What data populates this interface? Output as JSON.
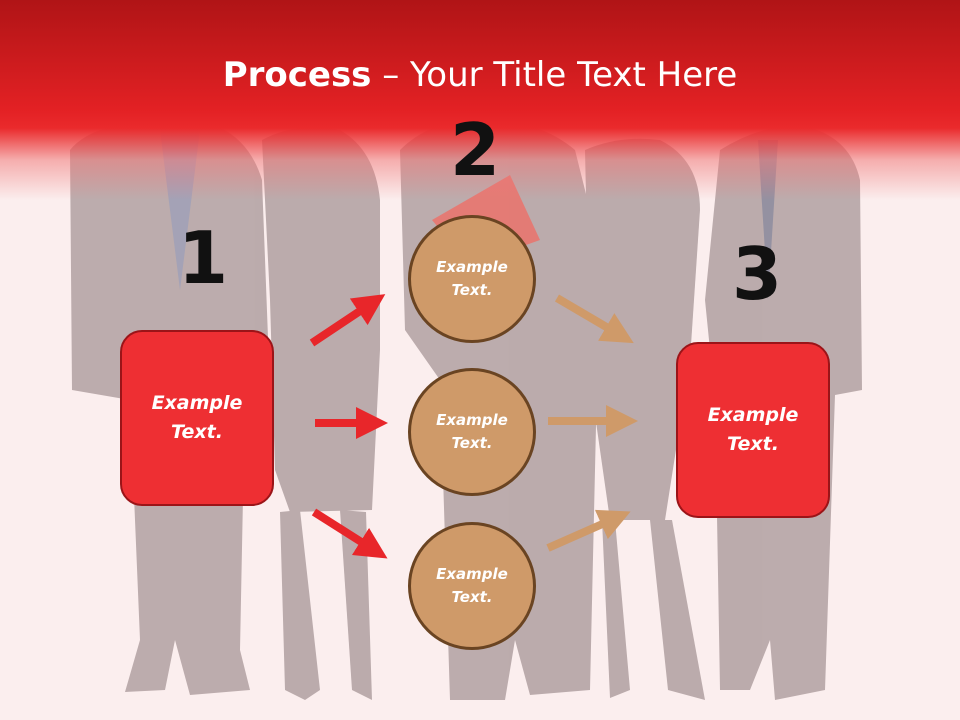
{
  "slide": {
    "title_bold": "Process",
    "title_rest": " – Your Title Text Here",
    "numbers": {
      "one": "1",
      "two": "2",
      "three": "3"
    },
    "left_box": {
      "line1": "Example",
      "line2": "Text."
    },
    "right_box": {
      "line1": "Example",
      "line2": "Text."
    },
    "circles": [
      {
        "line1": "Example",
        "line2": "Text."
      },
      {
        "line1": "Example",
        "line2": "Text."
      },
      {
        "line1": "Example",
        "line2": "Text."
      }
    ]
  },
  "colors": {
    "header_red": "#e32124",
    "box_red": "#ee2f33",
    "circle_tan": "#cf9a69",
    "arrow_red": "#e8262a",
    "arrow_tan": "#cf9a69"
  },
  "icons": [
    "people-background-image",
    "arrow-icon"
  ]
}
